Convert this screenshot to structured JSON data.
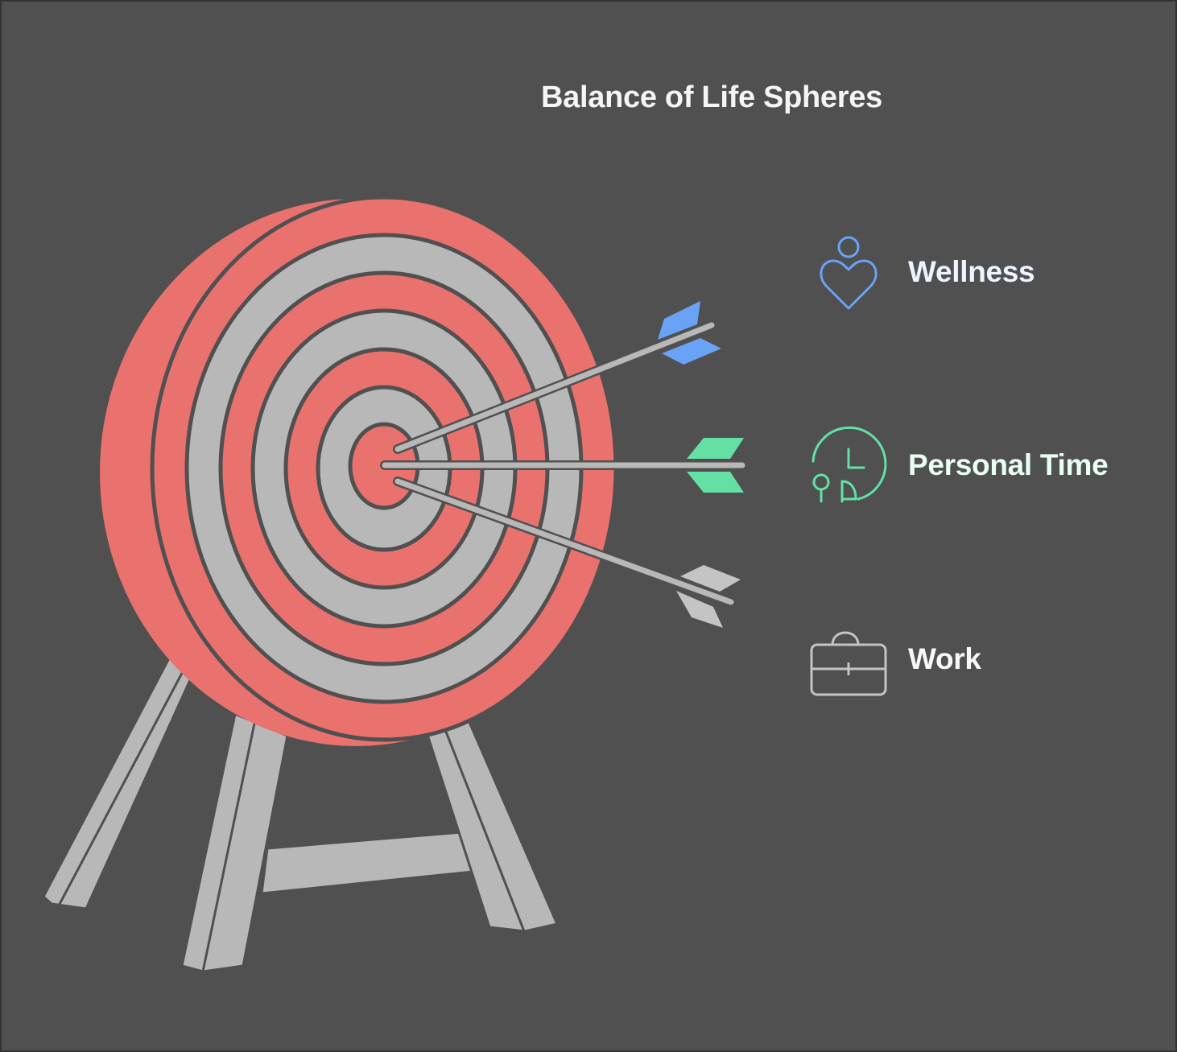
{
  "title": "Balance of Life Spheres",
  "colors": {
    "background": "#505050",
    "target_red": "#E9716E",
    "target_gray": "#B8B8B8",
    "stand_gray": "#B8B8B8",
    "ring_stroke": "#505050",
    "wellness": "#6AA2F6",
    "personal_time": "#64E0A4",
    "work": "#C4C4C4"
  },
  "legend": {
    "items": [
      {
        "label": "Wellness",
        "icon": "person-heart-icon",
        "color": "#6AA2F6",
        "text_color": "#EEF4FF",
        "arrow": "top"
      },
      {
        "label": "Personal Time",
        "icon": "clock-leisure-icon",
        "color": "#64E0A4",
        "text_color": "#E8FFF2",
        "arrow": "middle"
      },
      {
        "label": "Work",
        "icon": "briefcase-icon",
        "color": "#C4C4C4",
        "text_color": "#F8F8F8",
        "arrow": "bottom"
      }
    ]
  }
}
